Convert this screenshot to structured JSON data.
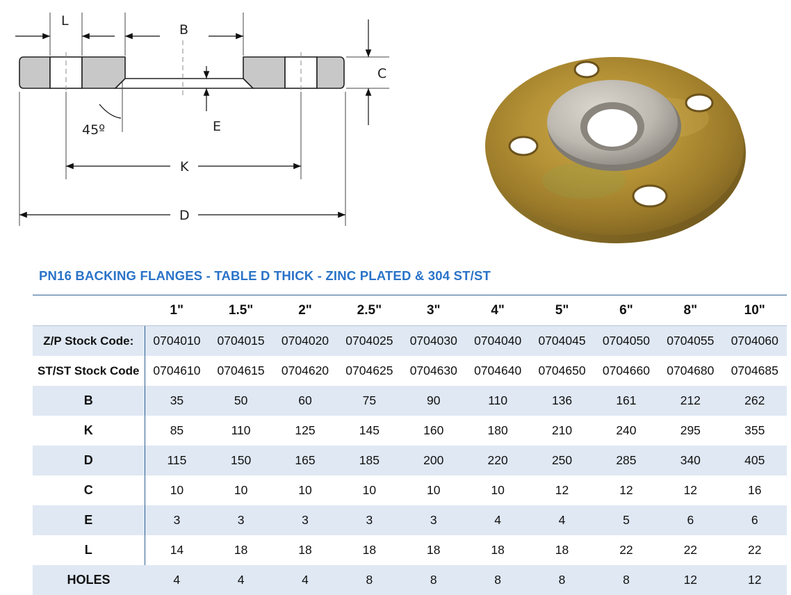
{
  "diagram": {
    "labels": {
      "L": "L",
      "B": "B",
      "C": "C",
      "E": "E",
      "K": "K",
      "D": "D",
      "angle": "45º"
    }
  },
  "table": {
    "title": "PN16 BACKING FLANGES - TABLE D THICK - ZINC PLATED & 304 ST/ST",
    "sizes": [
      "1\"",
      "1.5\"",
      "2\"",
      "2.5\"",
      "3\"",
      "4\"",
      "5\"",
      "6\"",
      "8\"",
      "10\""
    ],
    "rows": [
      {
        "label": "Z/P Stock Code:",
        "values": [
          "0704010",
          "0704015",
          "0704020",
          "0704025",
          "0704030",
          "0704040",
          "0704045",
          "0704050",
          "0704055",
          "0704060"
        ]
      },
      {
        "label": "ST/ST Stock Code",
        "values": [
          "0704610",
          "0704615",
          "0704620",
          "0704625",
          "0704630",
          "0704640",
          "0704650",
          "0704660",
          "0704680",
          "0704685"
        ]
      },
      {
        "label": "B",
        "values": [
          "35",
          "50",
          "60",
          "75",
          "90",
          "110",
          "136",
          "161",
          "212",
          "262"
        ]
      },
      {
        "label": "K",
        "values": [
          "85",
          "110",
          "125",
          "145",
          "160",
          "180",
          "210",
          "240",
          "295",
          "355"
        ]
      },
      {
        "label": "D",
        "values": [
          "115",
          "150",
          "165",
          "185",
          "200",
          "220",
          "250",
          "285",
          "340",
          "405"
        ]
      },
      {
        "label": "C",
        "values": [
          "10",
          "10",
          "10",
          "10",
          "10",
          "10",
          "12",
          "12",
          "12",
          "16"
        ]
      },
      {
        "label": "E",
        "values": [
          "3",
          "3",
          "3",
          "3",
          "3",
          "4",
          "4",
          "5",
          "6",
          "6"
        ]
      },
      {
        "label": "L",
        "values": [
          "14",
          "18",
          "18",
          "18",
          "18",
          "18",
          "18",
          "22",
          "22",
          "22"
        ]
      },
      {
        "label": "HOLES",
        "values": [
          "4",
          "4",
          "4",
          "8",
          "8",
          "8",
          "8",
          "8",
          "12",
          "12"
        ]
      }
    ]
  },
  "colors": {
    "title": "#2a73c8",
    "rule": "#2f5f93",
    "band": "#dfe8f3",
    "flange_section": "#c8c8c8",
    "plating": "#b08c2c",
    "stainless": "#bdb8b0"
  }
}
